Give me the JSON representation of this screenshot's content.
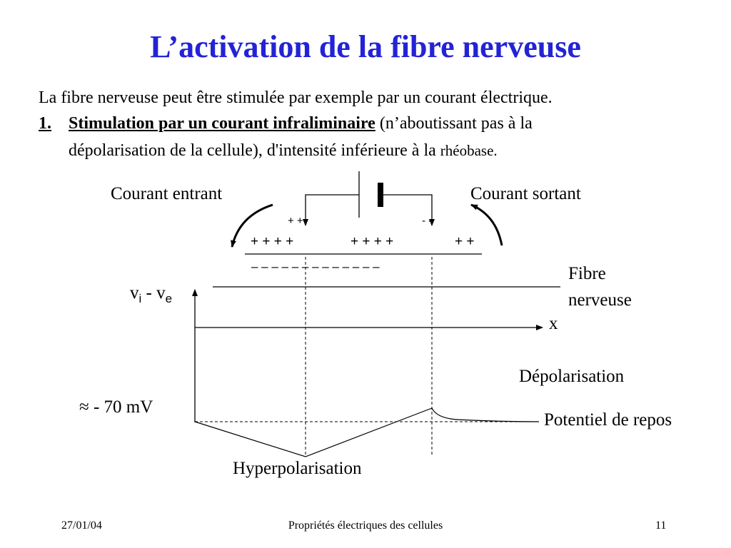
{
  "title": "L’activation de la fibre nerveuse",
  "intro": "La fibre nerveuse peut être stimulée par exemple par un courant électrique.",
  "item": {
    "number": "1.",
    "heading": "Stimulation par un courant infraliminaire",
    "line1_rest": " (n’aboutissant pas à la",
    "line2_main": "dépolarisation de la cellule), d'intensité inférieure à la ",
    "line2_small": "rhéobase."
  },
  "diagram": {
    "current_in": "Courant entrant",
    "current_out": "Courant sortant",
    "plus_pair_left": "+ +",
    "minus_pair_right": "- -",
    "top_charges": [
      "+ + + +",
      "+ +  + +",
      "+ +"
    ],
    "bottom_charges": "– – – –  –  –  – – – – – – –",
    "fiber_label_line1": "Fibre",
    "fiber_label_line2": "nerveuse",
    "y_axis_label": "v",
    "y_axis_sub_i": "i",
    "y_axis_mid": " - v",
    "y_axis_sub_e": "e",
    "x_axis_label": "x",
    "depolarisation_label": "Dépolarisation",
    "resting_value_label": "≈ - 70 mV",
    "resting_potential_label": "Potentiel de repos",
    "hyperpolarisation_label": "Hyperpolarisation"
  },
  "footer": {
    "date": "27/01/04",
    "center": "Propriétés électriques des cellules",
    "page": "11"
  }
}
